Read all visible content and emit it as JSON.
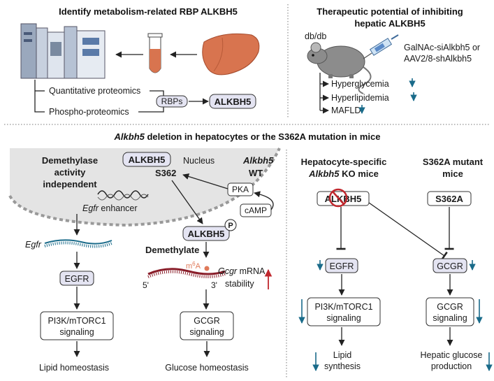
{
  "colors": {
    "purple_box": "#e4e4f2",
    "nucleus": "#e4e4e4",
    "down_arrow": "#1a6b8a",
    "up_arrow": "#c0272d",
    "m6a": "#e07a5a",
    "liver": "#d8744f"
  },
  "top_left": {
    "title": "Identify metabolism-related RBP ALKBH5",
    "method1": "Quantitative proteomics",
    "method2": "Phospho-proteomics",
    "rbps": "RBPs",
    "alkbh5": "ALKBH5",
    "icons": [
      "mass-spectrometer-icon",
      "test-tube-icon",
      "liver-icon"
    ]
  },
  "top_right": {
    "title_line1": "Therapeutic potential of inhibiting",
    "title_line2": "hepatic ALKBH5",
    "mouse_label": "db/db",
    "treatment_line1": "GalNAc-siAlkbh5 or",
    "treatment_line2": "AAV2/8-shAlkbh5",
    "outcomes": [
      "Hyperglycemia",
      "Hyperlipidemia",
      "MAFLD"
    ],
    "icons": [
      "mouse-icon",
      "syringe-icon"
    ]
  },
  "middle_title_italic": "Alkbh5",
  "middle_title_rest": " deletion in hepatocytes or the S362A mutation in mice",
  "wt": {
    "label_italic": "Alkbh5",
    "label_rest": "WT",
    "nucleus": "Nucleus",
    "alkbh5": "ALKBH5",
    "s362": "S362",
    "pka": "PKA",
    "camp": "cAMP",
    "phospho": "P",
    "demethylase_line1": "Demethylase",
    "demethylase_line2": "activity",
    "demethylase_line3": "independent",
    "egfr_enhancer_italic": "Egfr",
    "egfr_enhancer_rest": " enhancer",
    "egfr_mrna": "Egfr",
    "egfr": "EGFR",
    "pi3k_line1": "PI3K/mTORC1",
    "pi3k_line2": "signaling",
    "lipid": "Lipid homeostasis",
    "demethylate": "Demethylate",
    "m6a_base": "m",
    "m6a_sup": "6",
    "m6a_end": "A",
    "five_prime": "5'",
    "three_prime": "3'",
    "gcgr_mrna_italic": "Gcgr",
    "gcgr_mrna_rest": " mRNA",
    "stability": "stability",
    "gcgr_line1": "GCGR",
    "gcgr_line2": "signaling",
    "glucose": "Glucose homeostasis"
  },
  "ko": {
    "title_line1": "Hepatocyte-specific",
    "title_line2_italic": "Alkbh5",
    "title_line2_rest": " KO mice",
    "box": "ALKBH5",
    "egfr": "EGFR",
    "pi3k_line1": "PI3K/mTORC1",
    "pi3k_line2": "signaling",
    "out_line1": "Lipid",
    "out_line2": "synthesis"
  },
  "mut": {
    "title_line1": "S362A mutant",
    "title_line2": "mice",
    "box": "S362A",
    "gcgr": "GCGR",
    "sig_line1": "GCGR",
    "sig_line2": "signaling",
    "out_line1": "Hepatic glucose",
    "out_line2": "production"
  }
}
